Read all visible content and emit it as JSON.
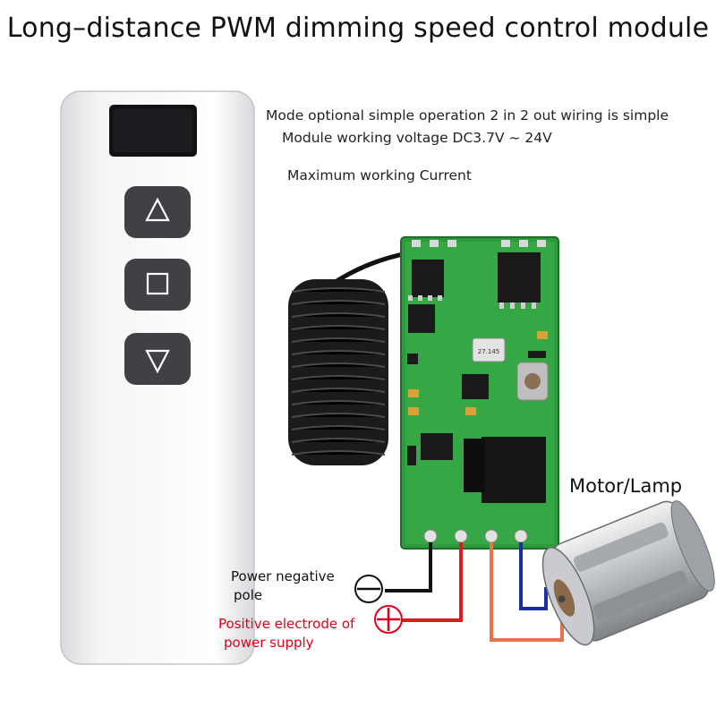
{
  "title": "Long–distance PWM dimming speed control module",
  "specs": {
    "mode": "Mode optional simple operation 2 in 2 out wiring is simple",
    "voltage": "Module working voltage DC3.7V ~ 24V",
    "current": "Maximum working Current"
  },
  "labels": {
    "motor_lamp": "Motor/Lamp",
    "negative_line1": "Power negative",
    "negative_line2": "pole",
    "positive_line1": "Positive electrode of",
    "positive_line2": "power supply"
  },
  "crystal_text": "27.145",
  "colors": {
    "pcb": "#2e9a3e",
    "negative_wire": "#111111",
    "positive_wire": "#e01b1b",
    "motor_wire_1": "#e8734a",
    "motor_wire_2": "#1a2fa0",
    "positive_label": "#e0001b"
  }
}
